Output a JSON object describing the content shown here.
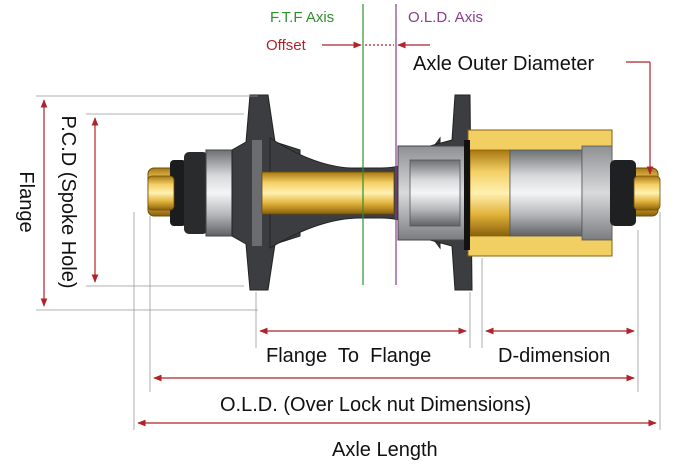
{
  "labels": {
    "ftf_axis": "F.T.F Axis",
    "old_axis": "O.L.D. Axis",
    "offset": "Offset",
    "axle_outer_diameter": "Axle Outer Diameter",
    "pcd": "P.C.D (Spoke Hole)",
    "flange": "Flange",
    "flange_to_flange": "Flange  To  Flange",
    "d_dimension": "D-dimension",
    "old_full": "O.L.D. (Over Lock nut Dimensions)",
    "axle_length": "Axle Length"
  },
  "colors": {
    "dimension_red": "#b0232a",
    "ftf_axis_green": "#2f8f2f",
    "old_axis_purple": "#8a3c8f",
    "gold": "#d9a520",
    "steel": "#a9abad",
    "shell_dark": "#3b3d40"
  }
}
